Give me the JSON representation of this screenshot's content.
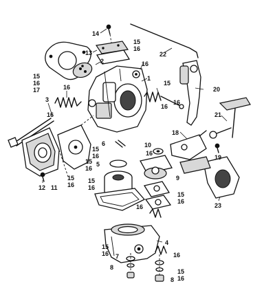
{
  "diagram": {
    "callouts": [
      {
        "id": "c14",
        "text": "14"
      },
      {
        "id": "c13",
        "text": "13"
      },
      {
        "id": "c15a",
        "text": "15"
      },
      {
        "id": "c16a",
        "text": "16"
      },
      {
        "id": "c22",
        "text": "22"
      },
      {
        "id": "c2",
        "text": "2"
      },
      {
        "id": "c16b",
        "text": "16"
      },
      {
        "id": "c15b",
        "text": "15"
      },
      {
        "id": "c16c",
        "text": "16"
      },
      {
        "id": "c17",
        "text": "17"
      },
      {
        "id": "c16d",
        "text": "16"
      },
      {
        "id": "c1",
        "text": "1"
      },
      {
        "id": "c15c",
        "text": "15"
      },
      {
        "id": "c16e",
        "text": "16"
      },
      {
        "id": "c20",
        "text": "20"
      },
      {
        "id": "c3",
        "text": "3"
      },
      {
        "id": "c16f",
        "text": "16"
      },
      {
        "id": "c16g",
        "text": "16"
      },
      {
        "id": "c21",
        "text": "21"
      },
      {
        "id": "c18",
        "text": "18"
      },
      {
        "id": "c6",
        "text": "6"
      },
      {
        "id": "c10",
        "text": "10"
      },
      {
        "id": "c16h",
        "text": "16"
      },
      {
        "id": "c19",
        "text": "19"
      },
      {
        "id": "c15d",
        "text": "15"
      },
      {
        "id": "c16i",
        "text": "16"
      },
      {
        "id": "c15e",
        "text": "15"
      },
      {
        "id": "c16j",
        "text": "16"
      },
      {
        "id": "c5",
        "text": "5"
      },
      {
        "id": "c9",
        "text": "9"
      },
      {
        "id": "c12",
        "text": "12"
      },
      {
        "id": "c11",
        "text": "11"
      },
      {
        "id": "c15f",
        "text": "15"
      },
      {
        "id": "c16k",
        "text": "16"
      },
      {
        "id": "c23",
        "text": "23"
      },
      {
        "id": "c15g",
        "text": "15"
      },
      {
        "id": "c16l",
        "text": "16"
      },
      {
        "id": "c16m",
        "text": "16"
      },
      {
        "id": "c15h",
        "text": "15"
      },
      {
        "id": "c16n",
        "text": "16"
      },
      {
        "id": "c4",
        "text": "4"
      },
      {
        "id": "c7",
        "text": "7"
      },
      {
        "id": "c15i",
        "text": "15"
      },
      {
        "id": "c16o",
        "text": "16"
      },
      {
        "id": "c8a",
        "text": "8"
      },
      {
        "id": "c16p",
        "text": "16"
      },
      {
        "id": "c15j",
        "text": "15"
      },
      {
        "id": "c16q",
        "text": "16"
      },
      {
        "id": "c8b",
        "text": "8"
      }
    ]
  }
}
